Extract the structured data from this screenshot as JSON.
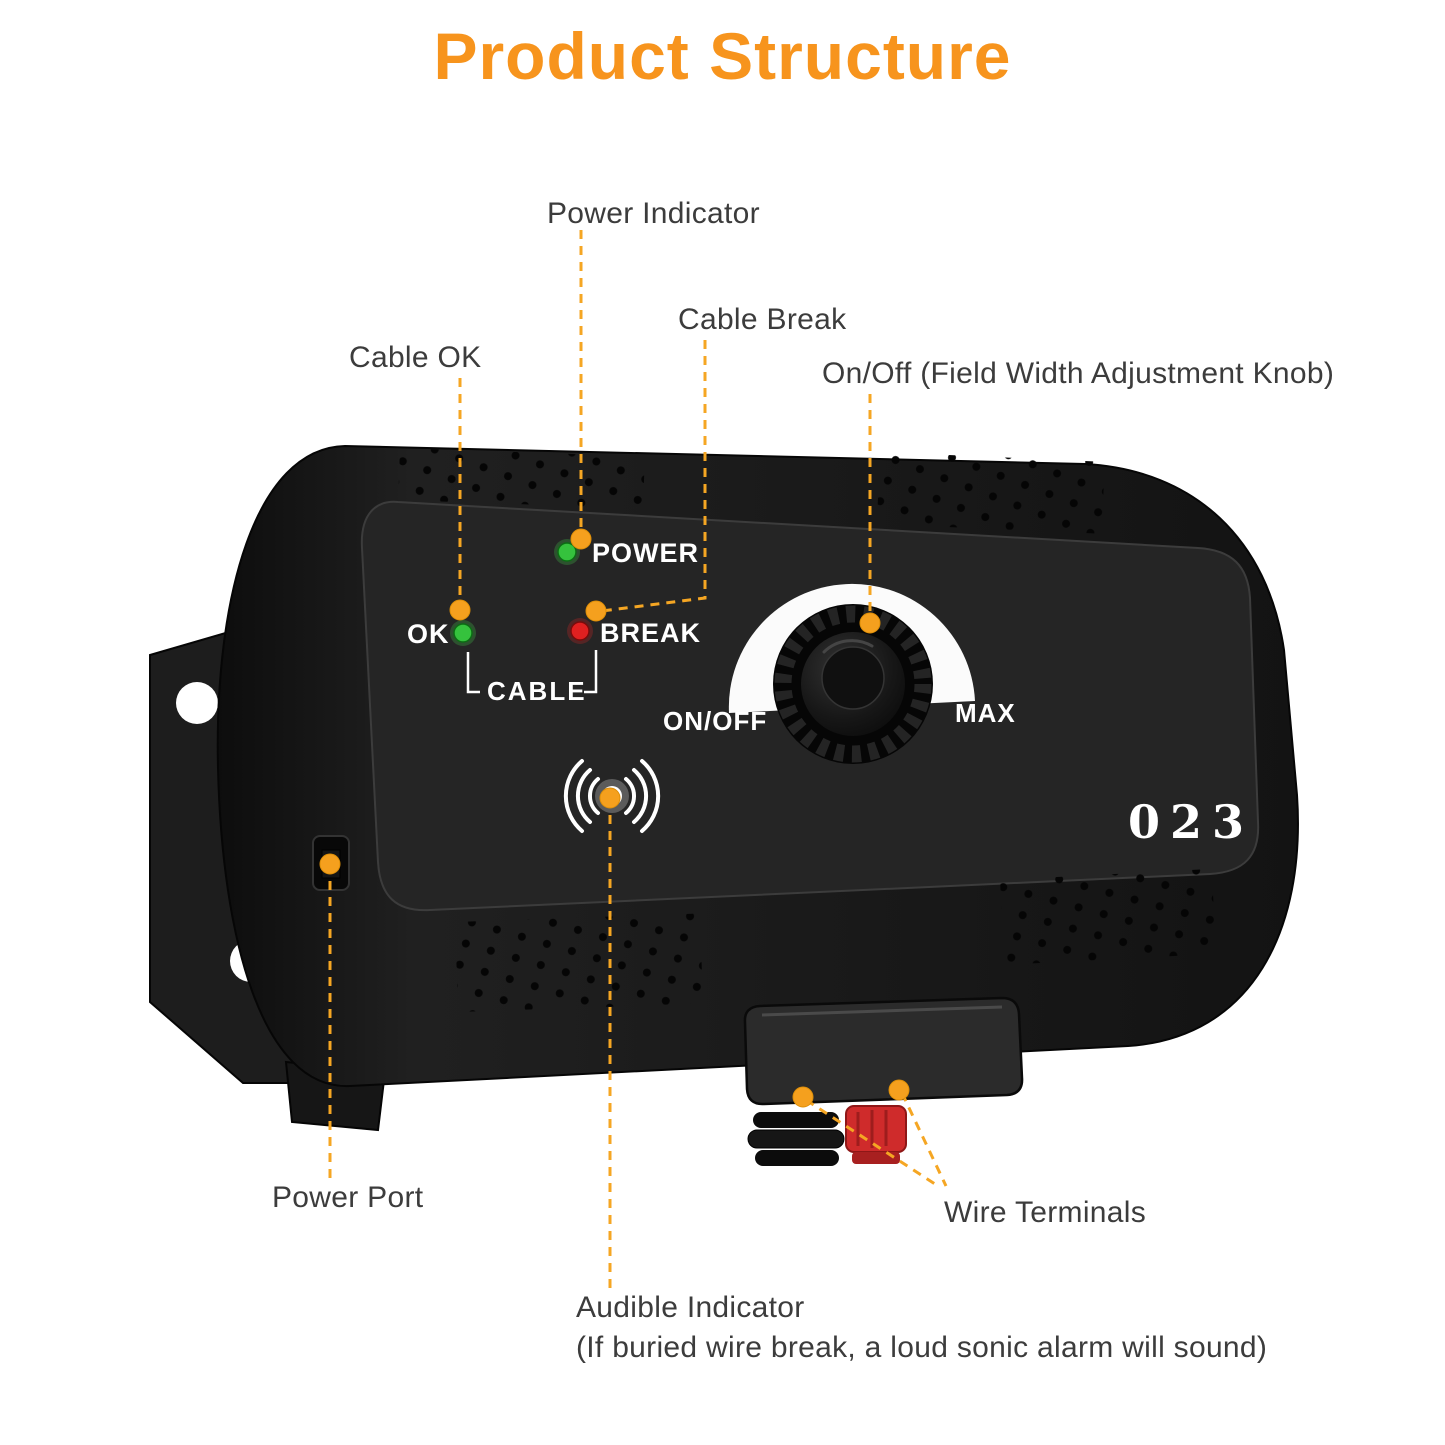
{
  "title": "Product Structure",
  "colors": {
    "accent_orange": "#F7941D",
    "leader_orange": "#F5A623",
    "led_green": "#35C23D",
    "led_red": "#E02020",
    "terminal_red": "#CF2B2B",
    "device_black": "#181818"
  },
  "callouts": {
    "power_indicator": "Power Indicator",
    "cable_break": "Cable Break",
    "cable_ok": "Cable OK",
    "knob": "On/Off (Field Width Adjustment Knob)",
    "power_port": "Power Port",
    "wire_terminals": "Wire Terminals",
    "audible_indicator_line1": "Audible Indicator",
    "audible_indicator_line2": "(If buried wire break, a loud sonic alarm will sound)"
  },
  "device": {
    "power_led_label": "POWER",
    "ok_led_label": "OK",
    "break_led_label": "BREAK",
    "cable_label": "CABLE",
    "knob_min_label": "ON/OFF",
    "knob_max_label": "MAX",
    "model_number": "023"
  }
}
